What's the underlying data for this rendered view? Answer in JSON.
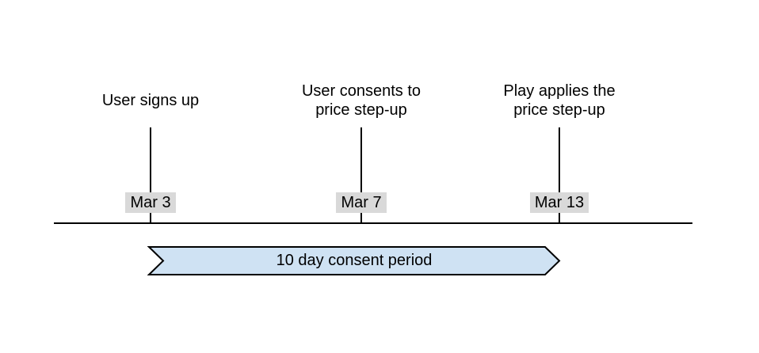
{
  "page": {
    "background_color": "#ffffff",
    "line_color": "#000000",
    "text_color": "#000000"
  },
  "timeline": {
    "events": [
      {
        "label": "User signs up",
        "date": "Mar 3"
      },
      {
        "label": "User consents to price step-up",
        "date": "Mar 7"
      },
      {
        "label": "Play applies the price step-up",
        "date": "Mar 13"
      }
    ],
    "date_badge_background": "#d9d9d9"
  },
  "banner": {
    "label": "10 day consent period",
    "fill": "#cfe2f3",
    "border": "#000000"
  }
}
